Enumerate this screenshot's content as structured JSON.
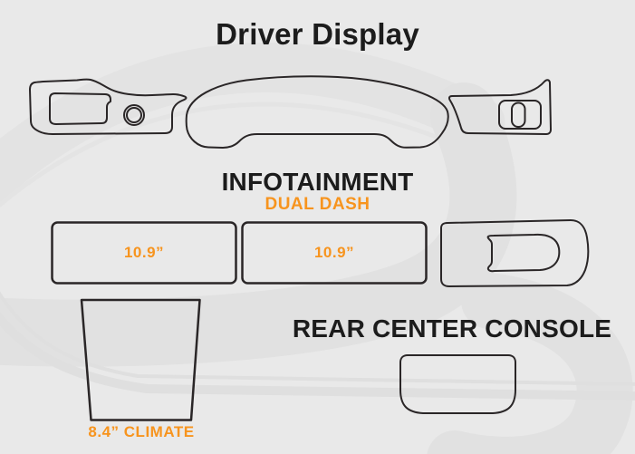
{
  "page": {
    "background_color": "#e9e9e9",
    "outline_color": "#2a2627",
    "accent_color": "#f7941e",
    "heading_color": "#1c1c1c",
    "watermark_color": "#dedede"
  },
  "sections": {
    "driver_display": {
      "title": "Driver Display",
      "pieces": [
        {
          "name": "left-dash-trim-outline"
        },
        {
          "name": "instrument-cluster-visor-outline"
        },
        {
          "name": "right-dash-trim-outline"
        }
      ]
    },
    "infotainment": {
      "title": "INFOTAINMENT",
      "subtitle": "DUAL DASH",
      "left_screen_label": "10.9”",
      "right_screen_label": "10.9”",
      "side_piece": "passenger-side-trim-outline"
    },
    "climate": {
      "label": "8.4” CLIMATE",
      "piece": "climate-screen-outline"
    },
    "rear_center_console": {
      "title": "REAR CENTER CONSOLE",
      "piece": "rear-console-screen-outline"
    }
  }
}
